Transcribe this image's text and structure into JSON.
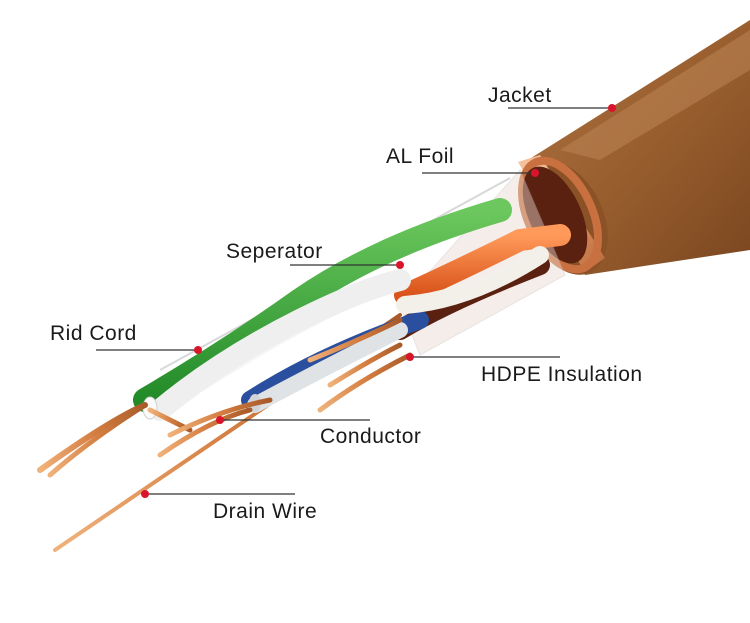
{
  "diagram": {
    "labels": {
      "jacket": "Jacket",
      "al_foil": "AL Foil",
      "separator": "Seperator",
      "rid_cord": "Rid Cord",
      "hdpe_insulation": "HDPE Insulation",
      "conductor": "Conductor",
      "drain_wire": "Drain Wire"
    },
    "colors": {
      "jacket": "#9a5f2e",
      "foil": "#e9a77a",
      "copper": "#d9874b",
      "green_pair": "#3aa23a",
      "orange_pair": "#ec6a24",
      "blue_pair": "#2a4f9e",
      "brown_pair": "#5a2010",
      "callout_dot": "#d8152a",
      "callout_line": "#333333"
    }
  }
}
